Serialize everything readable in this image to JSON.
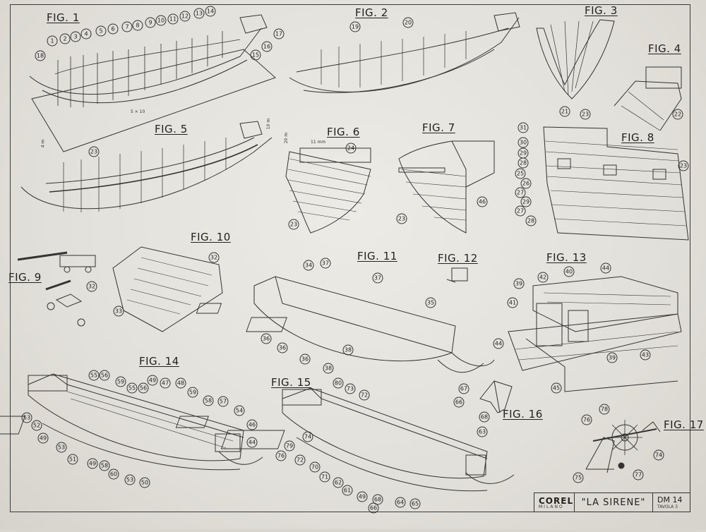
{
  "figures": [
    {
      "label": "FIG. 1"
    },
    {
      "label": "FIG. 2"
    },
    {
      "label": "FIG. 3"
    },
    {
      "label": "FIG. 4"
    },
    {
      "label": "FIG. 5"
    },
    {
      "label": "FIG. 6"
    },
    {
      "label": "FIG. 7"
    },
    {
      "label": "FIG. 8"
    },
    {
      "label": "FIG. 9"
    },
    {
      "label": "FIG. 10"
    },
    {
      "label": "FIG. 11"
    },
    {
      "label": "FIG. 12"
    },
    {
      "label": "FIG. 13"
    },
    {
      "label": "FIG. 14"
    },
    {
      "label": "FIG. 15"
    },
    {
      "label": "FIG. 16"
    },
    {
      "label": "FIG. 17"
    }
  ],
  "callouts": {
    "fig1": [
      "1",
      "2",
      "3",
      "4",
      "5",
      "6",
      "7",
      "8",
      "9",
      "10",
      "11",
      "12",
      "13",
      "14",
      "15",
      "16",
      "17",
      "18"
    ],
    "fig2": [
      "19",
      "20"
    ],
    "fig3": [
      "21"
    ],
    "fig4": [
      "22"
    ],
    "fig5": [
      "23"
    ],
    "fig6": [
      "24",
      "23"
    ],
    "fig7": [
      "23",
      "46"
    ],
    "fig8": [
      "23",
      "31",
      "30",
      "29",
      "28",
      "25",
      "26",
      "27",
      "29",
      "27",
      "28",
      "23"
    ],
    "fig9": [
      "32"
    ],
    "fig10": [
      "32",
      "33"
    ],
    "fig11": [
      "34",
      "37",
      "37",
      "35",
      "36",
      "36",
      "36",
      "38",
      "38"
    ],
    "fig13": [
      "42",
      "40",
      "44",
      "39",
      "41",
      "44",
      "39",
      "43",
      "45"
    ],
    "fig14": [
      "55",
      "56",
      "59",
      "49",
      "47",
      "48",
      "55",
      "56",
      "59",
      "58",
      "57",
      "54",
      "46",
      "44",
      "53",
      "52",
      "49",
      "53",
      "51",
      "49",
      "58",
      "60",
      "53",
      "50"
    ],
    "fig15": [
      "80",
      "73",
      "72",
      "79",
      "76",
      "74",
      "72",
      "70",
      "71",
      "62",
      "61",
      "49",
      "68",
      "64",
      "65",
      "66"
    ],
    "fig16": [
      "67",
      "66",
      "68",
      "63"
    ],
    "fig17": [
      "78",
      "76",
      "74",
      "77",
      "75"
    ]
  },
  "dimensions": {
    "fig1_base": "5 × 10",
    "fig5_left": "4 m",
    "fig5_right": "10 m",
    "fig6_top": "11 mm",
    "fig6_side": "20 m"
  },
  "title_block": {
    "brand": "COREL",
    "brand_sub": "MILANO",
    "ship_name": "\"LA SIRENE\"",
    "sheet_code": "DM 14",
    "sheet_sub": "TAVOLA 3"
  }
}
